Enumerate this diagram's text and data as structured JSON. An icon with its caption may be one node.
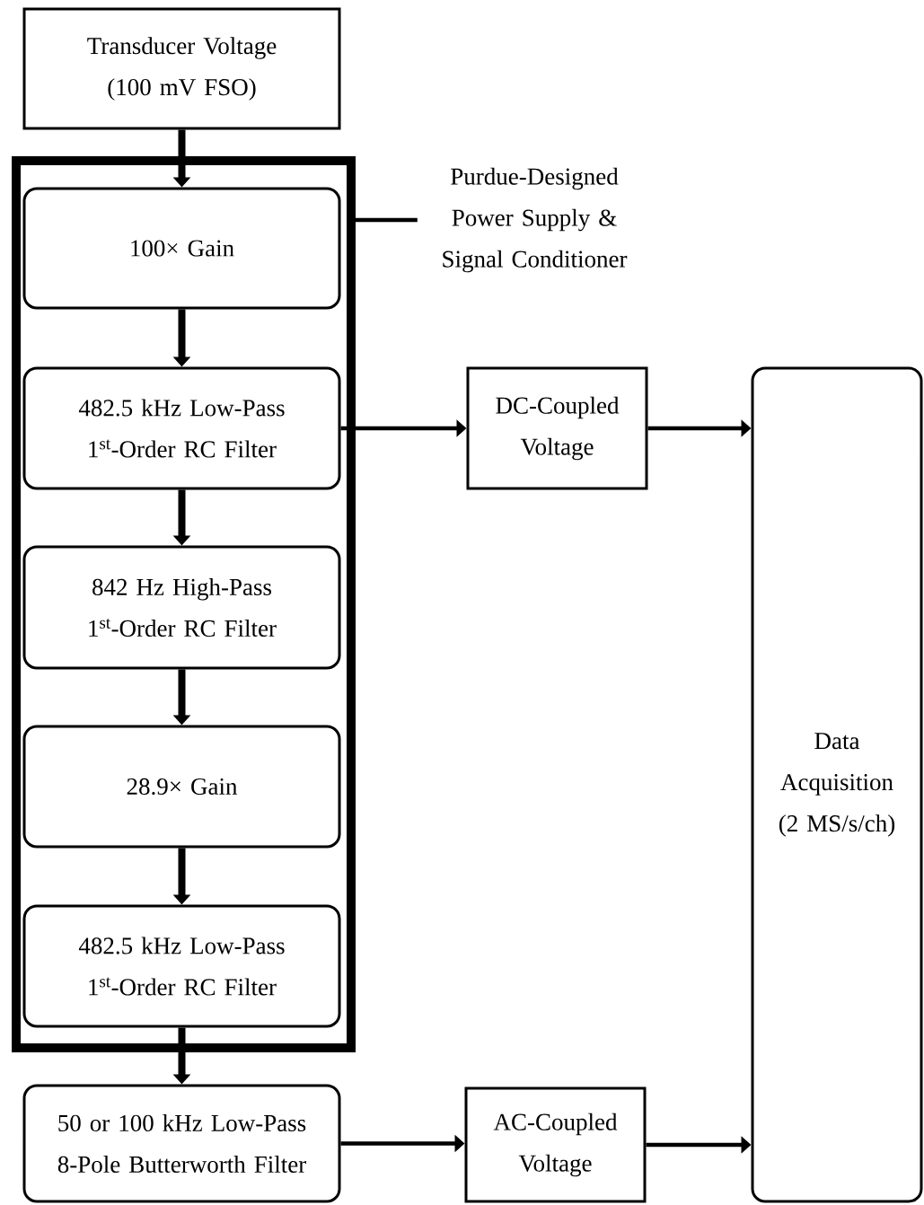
{
  "diagram": {
    "nodes": [
      {
        "text": [
          "Transducer Voltage (100 mV FSO)"
        ]
      },
      {
        "text": [],
        "shape": "box"
      },
      {
        "text": [
          "100× Gain"
        ],
        "in": 1
      },
      {
        "text": [
          "482.5 kHz Low-Pass 1$^{st}$-Order RC Filter"
        ],
        "in": 1
      },
      {
        "text": [
          "842 Hz High-Pass 1$^{st}$-Order RC Filter"
        ],
        "in": 1
      },
      {
        "text": [
          "28.9× Gain"
        ],
        "in": 1
      },
      {
        "text": [
          "482.5 kHz Low-Pass 1$^{st}$-Order RC Filter"
        ],
        "in": 1
      },
      {
        "text": [
          "Purdue-Designed Power Supply & Signal Conditioner"
        ]
      },
      {
        "text": [
          "DC-Coupled Voltage"
        ]
      },
      {
        "text": [
          "50 or 100 kHz Low-Pass 8-Pole Butterworth Filter"
        ]
      },
      {
        "text": [
          "AC-Coupled Voltage"
        ]
      },
      {
        "text": [
          "Data Acquisition (2 MS/s/ch)"
        ]
      }
    ],
    "edges": [
      {
        "from": 0,
        "to": 2,
        "arrow": "to"
      },
      {
        "from": 2,
        "to": 3,
        "arrow": "to"
      },
      {
        "from": 3,
        "to": 4,
        "arrow": "to"
      },
      {
        "from": 4,
        "to": 5,
        "arrow": "to"
      },
      {
        "from": 5,
        "to": 6,
        "arrow": "to"
      },
      {
        "from": 6,
        "to": 9,
        "arrow": "to"
      },
      {
        "from": 3,
        "to": 8,
        "arrow": "to"
      },
      {
        "from": 8,
        "to": 11,
        "arrow": "to"
      },
      {
        "from": 9,
        "to": 10,
        "arrow": "to"
      },
      {
        "from": 10,
        "to": 11,
        "arrow": "to"
      },
      {
        "from": 7,
        "to": 1,
        "arrow": "none"
      }
    ]
  }
}
